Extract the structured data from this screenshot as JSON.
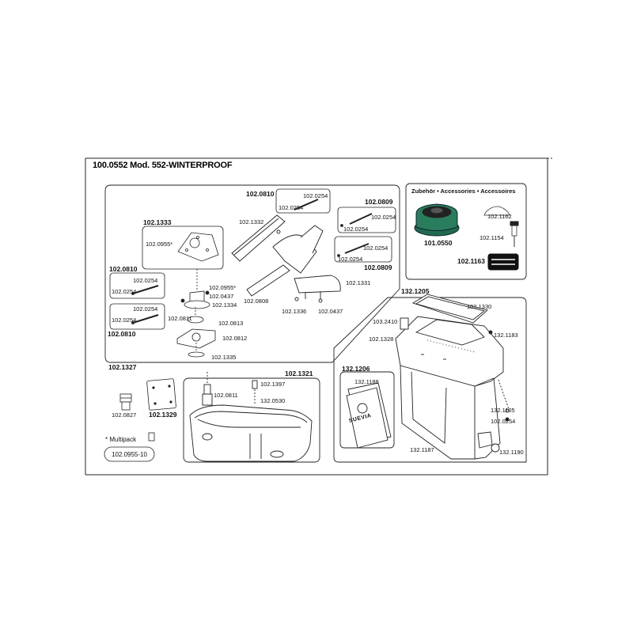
{
  "title": "100.0552 Mod. 552-WINTERPROOF",
  "brand_text": "SUEVIA",
  "accessories": {
    "heading": "Zubehör • Accessories • Accessoires",
    "items": [
      "101.0550",
      "102.1162",
      "102.1154",
      "102.1163"
    ]
  },
  "multipack": {
    "note": "* Multipack",
    "code": "102.0955-10"
  },
  "parts": {
    "p0810_top": "102.0810",
    "p0254_a": "102.0254",
    "p0254_b": "102.0254",
    "p1332": "102.1332",
    "p0809_top": "102.0809",
    "p0254_c": "102.0254",
    "p0254_d": "102.0254",
    "p0254_e": "102.0254",
    "p0254_f": "102.0254",
    "p0809_bot": "102.0809",
    "p1331": "102.1331",
    "p0808": "102.0808",
    "p1336": "102.1336",
    "p0437_a": "102.0437",
    "p1333": "102.1333",
    "p0955_a": "102.0955*",
    "p0810_left": "102.0810",
    "p0254_g": "102.0254",
    "p0254_h": "102.0254",
    "p0955_b": "102.0955*",
    "p0437_b": "102.0437",
    "p1334": "102.1334",
    "p0254_i": "102.0254",
    "p0254_j": "102.0254",
    "p0811_a": "102.0811",
    "p0813": "102.0813",
    "p0810_left2": "102.0810",
    "p0812": "102.0812",
    "p1335": "102.1335",
    "p1327": "102.1327",
    "p1321": "102.1321",
    "p1397": "102.1397",
    "p0811_b": "102.0811",
    "p0530": "132.0530",
    "p0827": "102.0827",
    "p1329": "102.1329",
    "p1205": "132.1205",
    "p1330": "102.1330",
    "p2410": "103.2410",
    "p1328": "102.1328",
    "p1183": "132.1183",
    "p1206": "132.1206",
    "p1188": "132.1188",
    "p1105": "132.1105",
    "p0254_k": "102.0254",
    "p1187": "132.1187",
    "p1190": "132.1190"
  }
}
